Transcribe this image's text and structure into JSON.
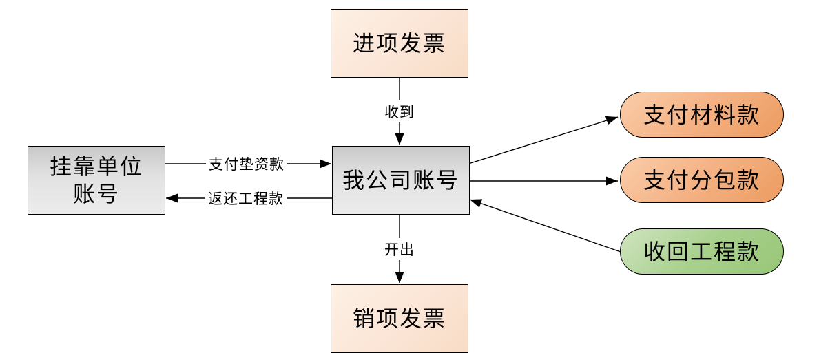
{
  "diagram": {
    "title": "company-account-fund-flow",
    "nodes": {
      "input_invoice": {
        "label": "进项发票"
      },
      "company_account": {
        "label": "我公司账号"
      },
      "affiliated_account": {
        "label_line1": "挂靠单位",
        "label_line2": "账号"
      },
      "output_invoice": {
        "label": "销项发票"
      },
      "pay_materials": {
        "label": "支付材料款"
      },
      "pay_subcontract": {
        "label": "支付分包款"
      },
      "recover_project": {
        "label": "收回工程款"
      }
    },
    "edges": {
      "receive": {
        "label": "收到",
        "from": "进项发票",
        "to": "我公司账号"
      },
      "pay_advance": {
        "label": "支付垫资款",
        "from": "挂靠单位账号",
        "to": "我公司账号"
      },
      "return_project": {
        "label": "返还工程款",
        "from": "我公司账号",
        "to": "挂靠单位账号"
      },
      "issue": {
        "label": "开出",
        "from": "我公司账号",
        "to": "销项发票"
      },
      "to_materials": {
        "label": "",
        "from": "我公司账号",
        "to": "支付材料款"
      },
      "to_subcontract": {
        "label": "",
        "from": "我公司账号",
        "to": "支付分包款"
      },
      "from_recovery": {
        "label": "",
        "from": "收回工程款",
        "to": "我公司账号"
      }
    },
    "colors": {
      "invoice_box_fill": "#FBE5D6",
      "account_box_fill": "#D9D9D9",
      "pay_pill_fill": "#F4B183",
      "receive_pill_fill": "#A9D18E",
      "border": "#000000",
      "arrow": "#000000",
      "text": "#000000",
      "background": "#FFFFFF"
    }
  }
}
